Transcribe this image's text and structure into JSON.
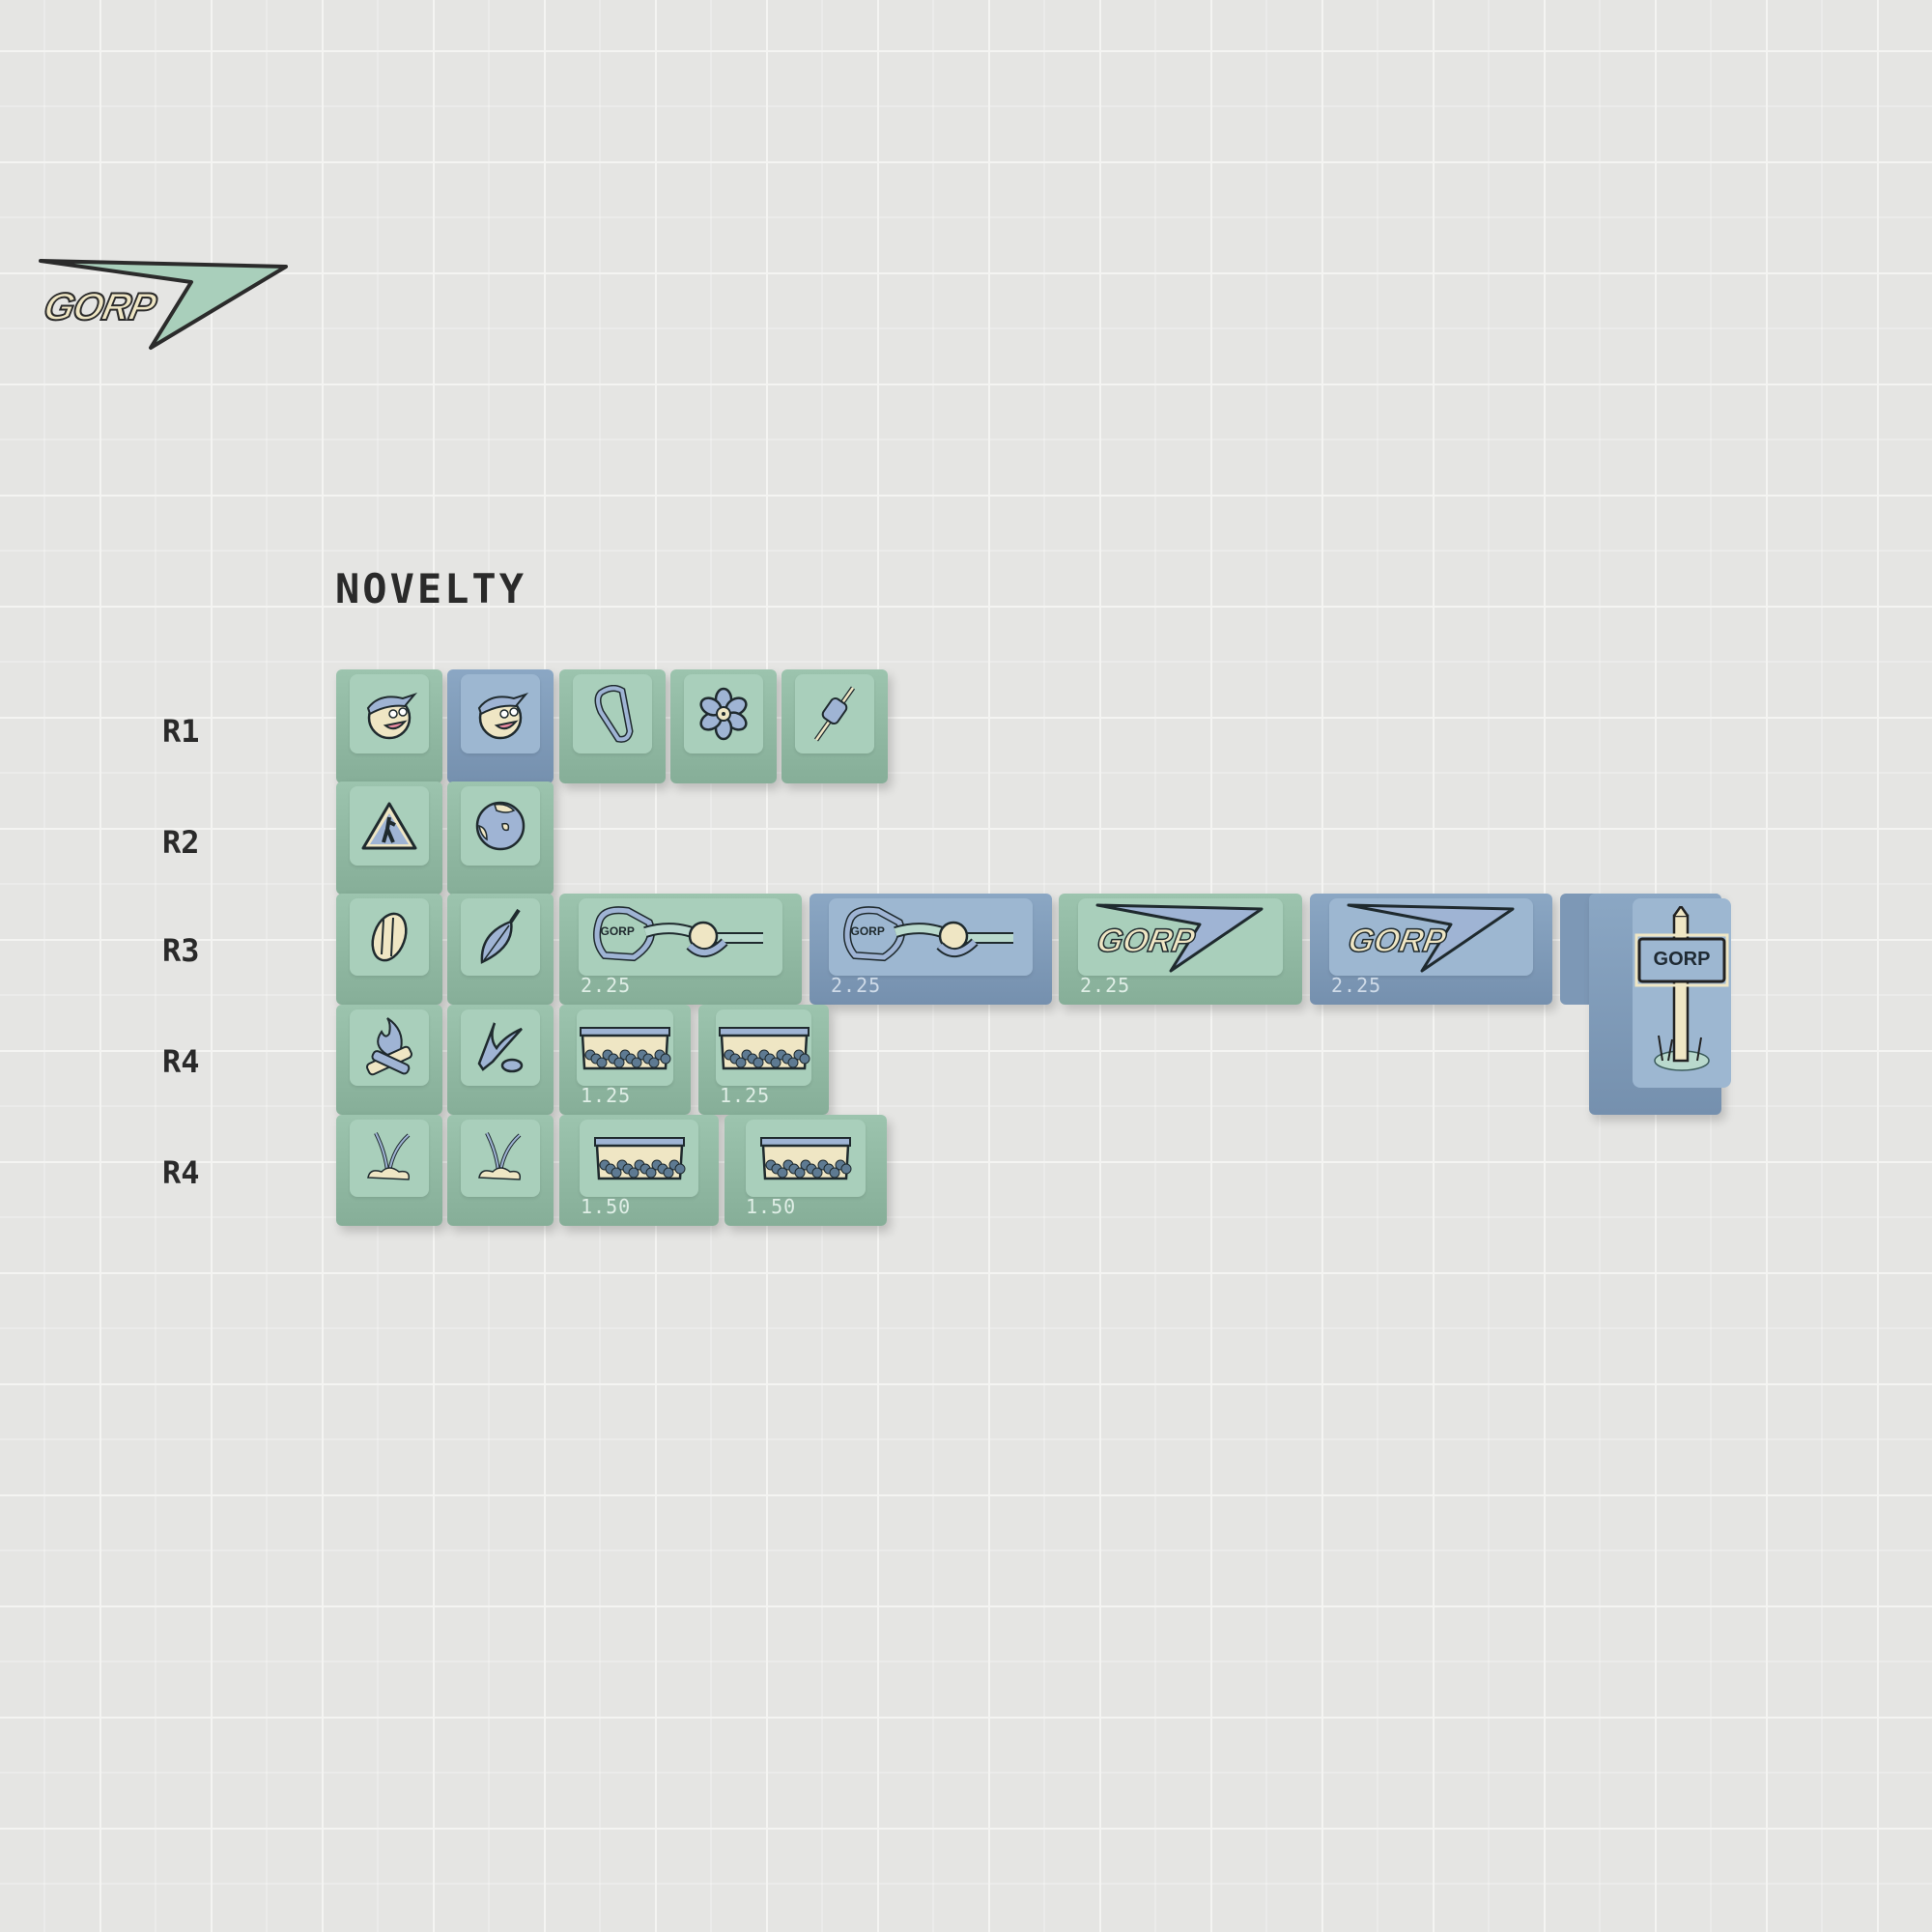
{
  "logo": {
    "text": "GORP"
  },
  "title": "NOVELTY",
  "row_labels": [
    "R1",
    "R2",
    "R3",
    "R4",
    "R4"
  ],
  "colors": {
    "green": "#a9cfbb",
    "blue": "#9db7d1",
    "background": "#e5e5e3",
    "cream": "#efe6c4"
  },
  "keys": [
    {
      "icon": "hiker-face-icon",
      "color": "green",
      "size": ""
    },
    {
      "icon": "hiker-face-icon",
      "color": "blue",
      "size": ""
    },
    {
      "icon": "carabiner-icon",
      "color": "green",
      "size": ""
    },
    {
      "icon": "flower-icon",
      "color": "green",
      "size": ""
    },
    {
      "icon": "marshmallow-stick-icon",
      "color": "green",
      "size": ""
    },
    {
      "icon": "hiker-warning-sign-icon",
      "color": "green",
      "size": ""
    },
    {
      "icon": "globe-icon",
      "color": "green",
      "size": ""
    },
    {
      "icon": "seed-icon",
      "color": "green",
      "size": ""
    },
    {
      "icon": "leaf-icon",
      "color": "green",
      "size": ""
    },
    {
      "icon": "carabiner-rope-icon",
      "color": "green",
      "size": "2.25",
      "logo_text": "GORP"
    },
    {
      "icon": "carabiner-rope-icon",
      "color": "blue",
      "size": "2.25",
      "logo_text": "GORP"
    },
    {
      "icon": "gorp-logo-icon",
      "color": "green",
      "size": "2.25",
      "logo_text": "GORP"
    },
    {
      "icon": "gorp-logo-icon",
      "color": "blue",
      "size": "2.25",
      "logo_text": "GORP"
    },
    {
      "icon": "campfire-icon",
      "color": "green",
      "size": ""
    },
    {
      "icon": "bandana-icon",
      "color": "green",
      "size": ""
    },
    {
      "icon": "trail-mix-bag-icon",
      "color": "green",
      "size": "1.25"
    },
    {
      "icon": "trail-mix-bag-icon",
      "color": "green",
      "size": "1.25"
    },
    {
      "icon": "grass-sprout-icon",
      "color": "green",
      "size": ""
    },
    {
      "icon": "grass-sprout-icon",
      "color": "green",
      "size": ""
    },
    {
      "icon": "trail-mix-bag-icon",
      "color": "green",
      "size": "1.50"
    },
    {
      "icon": "trail-mix-bag-icon",
      "color": "green",
      "size": "1.50"
    }
  ],
  "iso_enter": {
    "icon": "gorp-signpost-icon",
    "color": "blue",
    "sign_text": "GORP"
  }
}
